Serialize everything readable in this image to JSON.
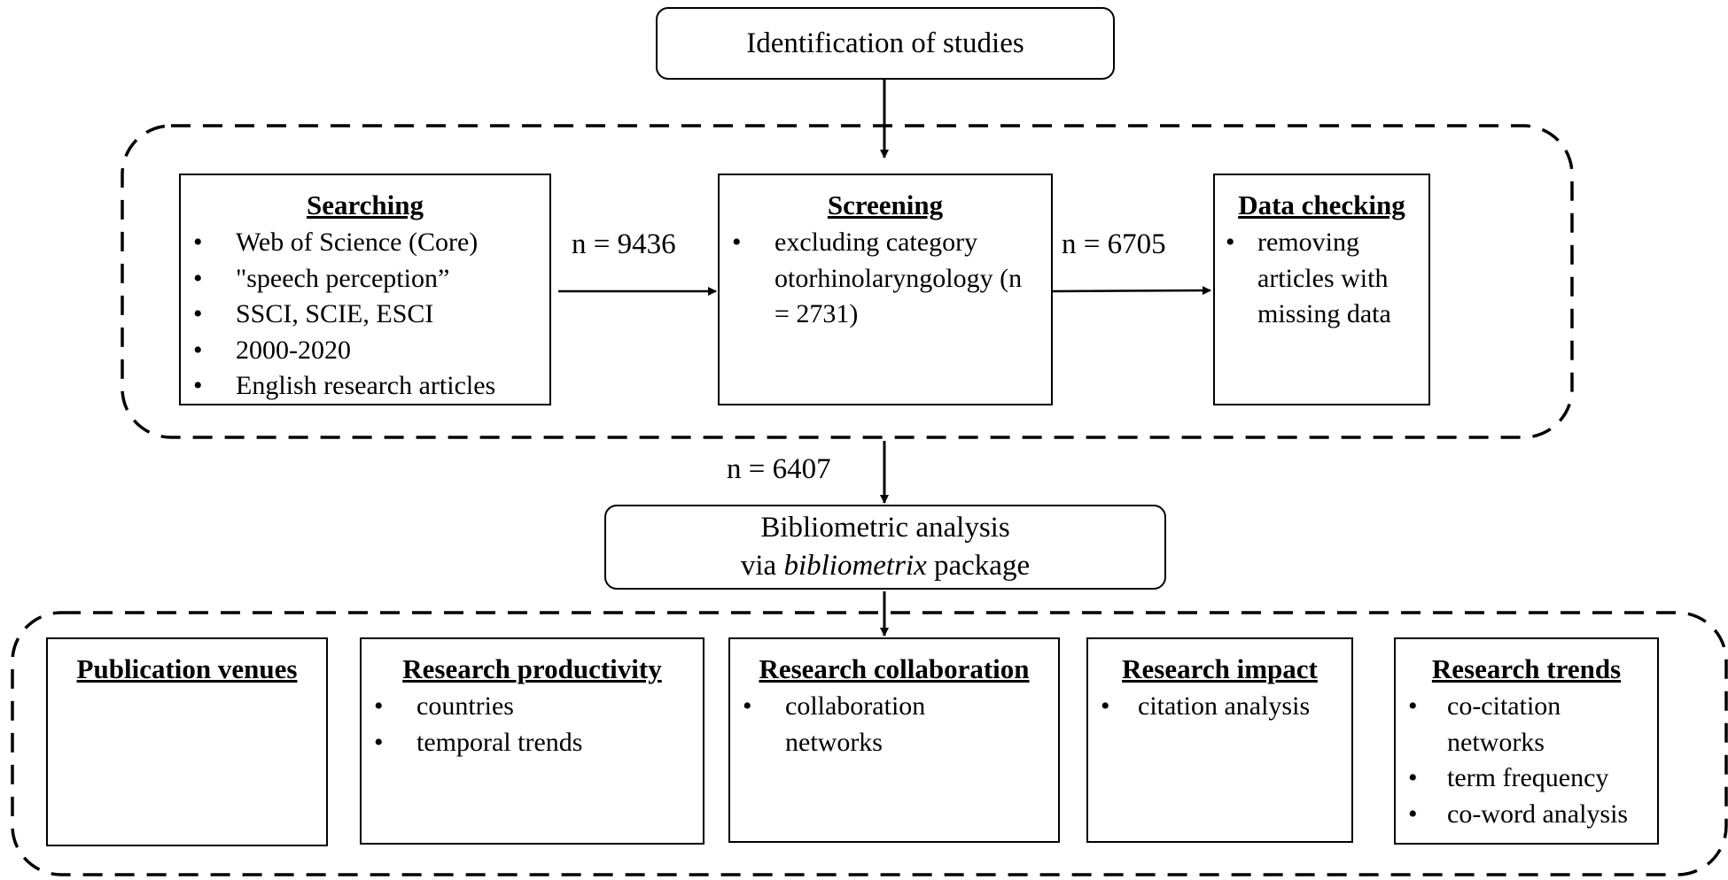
{
  "identification": {
    "label": "Identification of studies"
  },
  "stage_boxes": [
    {
      "title": "Searching",
      "items": [
        "Web of Science (Core)",
        "\"speech perception”",
        "SSCI, SCIE, ESCI",
        "2000-2020",
        "English research articles"
      ]
    },
    {
      "title": "Screening",
      "items": [
        "excluding category otorhinolaryngology (n = 2731)"
      ]
    },
    {
      "title": "Data checking",
      "items": [
        "removing articles with missing data"
      ]
    }
  ],
  "counts": {
    "after_search": "n = 9436",
    "after_screening": "n = 6705",
    "final": "n = 6407"
  },
  "analysis": {
    "line1": "Bibliometric analysis",
    "line2_prefix": "via ",
    "line2_italic": "bibliometrix",
    "line2_suffix": " package"
  },
  "analysis_boxes": [
    {
      "title": "Publication venues",
      "items": []
    },
    {
      "title": "Research productivity",
      "items": [
        "countries",
        "temporal trends"
      ]
    },
    {
      "title": "Research collaboration",
      "items": [
        "collaboration networks"
      ]
    },
    {
      "title": "Research impact",
      "items": [
        "citation analysis"
      ]
    },
    {
      "title": "Research trends",
      "items": [
        "co-citation networks",
        "term frequency",
        "co-word analysis"
      ]
    }
  ]
}
